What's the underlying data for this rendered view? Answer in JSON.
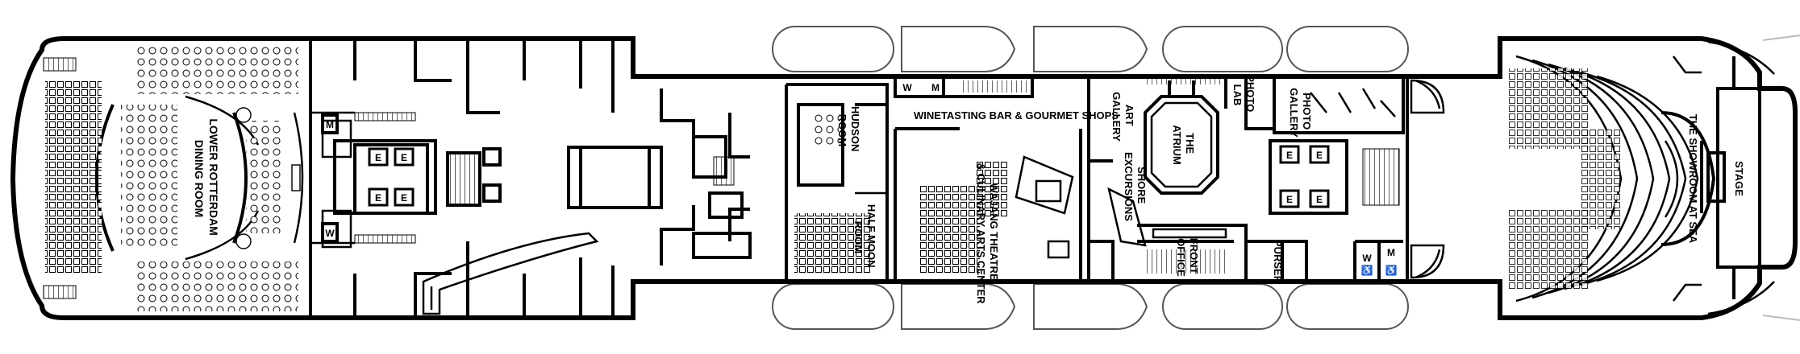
{
  "rooms": {
    "lower_rotterdam_line1": "LOWER ROTTERDAM",
    "lower_rotterdam_line2": "DINING ROOM",
    "hudson_line1": "HUDSON",
    "hudson_line2": "ROOM",
    "half_moon_line1": "HALF MOON",
    "half_moon_line2": "ROOM",
    "winetasting": "WINETASTING BAR & GOURMET SHOPS",
    "wajang_line1": "WAJANG THEATRE",
    "wajang_line2": "& CULINARY ARTS CENTER",
    "art_line1": "ART",
    "art_line2": "GALLERY",
    "shore_line1": "SHORE",
    "shore_line2": "EXCURSIONS",
    "atrium_line1": "THE",
    "atrium_line2": "ATRIUM",
    "photo_lab_line1": "PHOTO",
    "photo_lab_line2": "LAB",
    "photo_gallery_line1": "PHOTO",
    "photo_gallery_line2": "GALLERY",
    "front_office_line1": "FRONT",
    "front_office_line2": "OFFICE",
    "purser": "PURSER",
    "showroom": "THE SHOWROOM AT SEA",
    "stage": "STAGE"
  },
  "symbols": {
    "women": "W",
    "men": "M",
    "elevator": "E",
    "accessible": "♿"
  }
}
